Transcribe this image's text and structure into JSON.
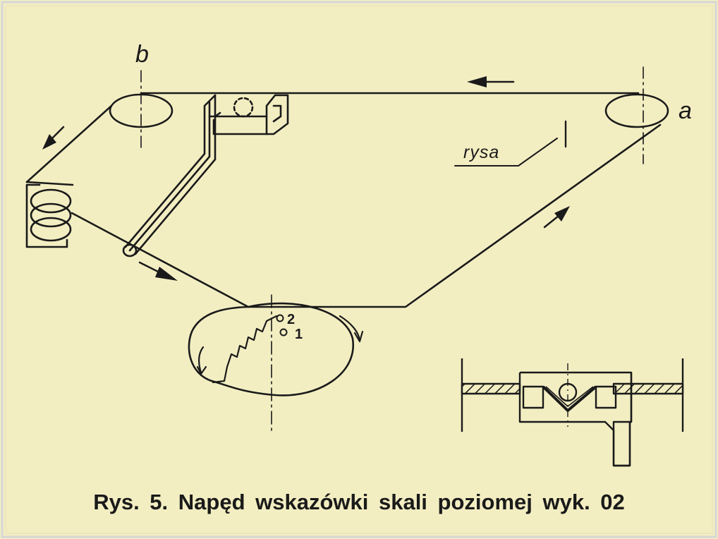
{
  "labels": {
    "b": "b",
    "a": "a",
    "rysa": "rysa",
    "pos2": "2",
    "pos1": "1"
  },
  "caption": "Rys. 5. Napęd wskazówki skali poziomej wyk. 02",
  "colors": {
    "background": "#f3eec2",
    "line": "#1a1a1a",
    "frame": "#d6d6d6"
  }
}
